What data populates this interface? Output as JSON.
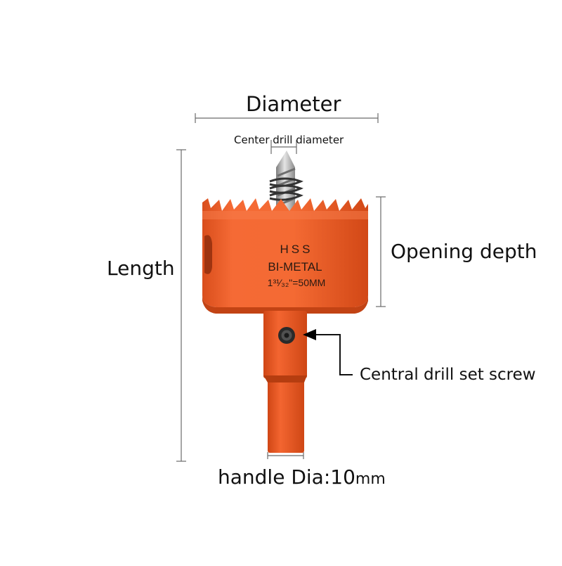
{
  "labels": {
    "diameter": "Diameter",
    "center_drill_diameter": "Center drill diameter",
    "length": "Length",
    "opening_depth": "Opening depth",
    "set_screw": "Central drill set screw",
    "handle_dia": "handle Dia:10",
    "handle_unit": "mm"
  },
  "product_markings": {
    "line1": "HSS",
    "line2": "BI-METAL",
    "line3": "1³¹⁄₃₂\"=50MM"
  },
  "colors": {
    "body": "#f2602b",
    "body_shadow": "#c94418",
    "teeth": "#f57240",
    "shank": "#ee5a26",
    "drill_bit": "#b9b9b9",
    "spring": "#333333",
    "dimension_line": "#666666",
    "arrow": "#000000"
  }
}
